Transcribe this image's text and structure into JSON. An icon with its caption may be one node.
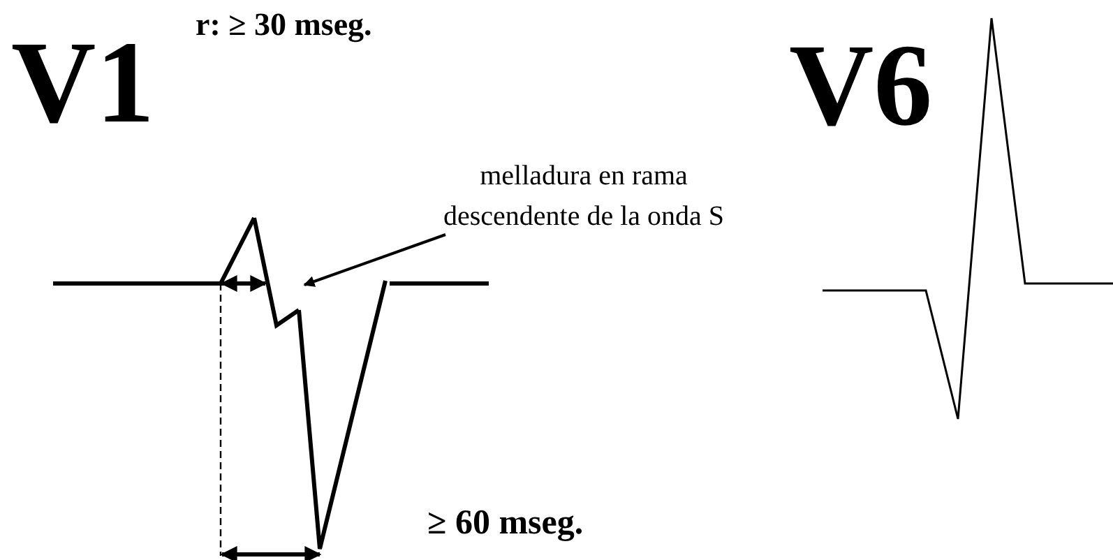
{
  "diagram": {
    "nodes": [
      {
        "text": [
          "melladura en rama descendente de la onda S"
        ]
      },
      {
        "text": [],
        "shape": "picture"
      }
    ],
    "edges": [
      {
        "from": 0,
        "to": 1,
        "arrow": "to"
      }
    ],
    "labels": [
      "V1",
      "r: ≥ 30 mseg.",
      "V6",
      "≥ 60 mseg."
    ]
  }
}
